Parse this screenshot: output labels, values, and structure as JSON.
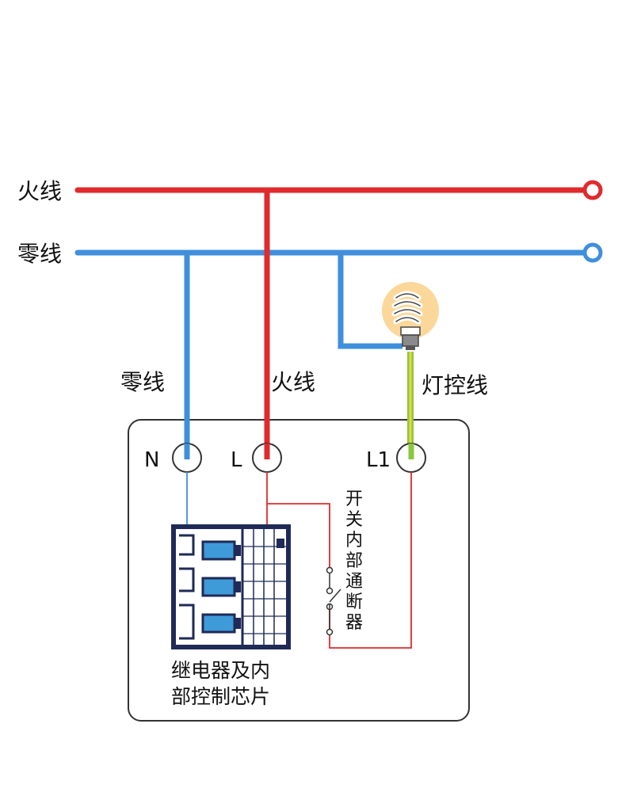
{
  "labels": {
    "live_wire_main": "火线",
    "neutral_wire_main": "零线",
    "neutral_wire_drop": "零线",
    "live_wire_drop": "火线",
    "lamp_control_wire": "灯控线",
    "terminal_n": "N",
    "terminal_l": "L",
    "terminal_l1": "L1",
    "switch_breaker": [
      "开",
      "关",
      "内",
      "部",
      "通",
      "断",
      "器"
    ],
    "relay_line1": "继电器及内",
    "relay_line2": "部控制芯片"
  },
  "colors": {
    "live": "#e02a2e",
    "neutral": "#3f8fdc",
    "control_green": "#8cc63f",
    "control_yellow": "#e8d840",
    "relay_dark": "#1f2a57",
    "relay_blue": "#3f9ad8",
    "bulb_glow": "#fbd89a",
    "box_border": "#333333"
  },
  "icons": {
    "bulb": "cfl-bulb-icon",
    "relay": "relay-icon",
    "switch": "switch-contact-icon"
  }
}
